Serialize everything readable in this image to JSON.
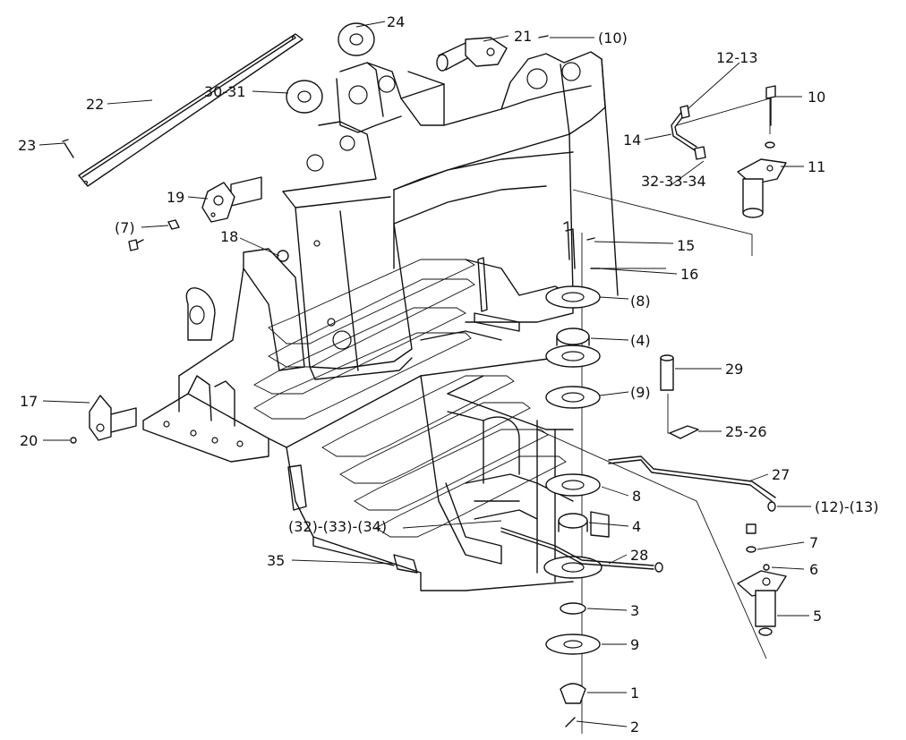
{
  "callouts": {
    "c24": "24",
    "c21": "21",
    "c10p": "(10)",
    "c22": "22",
    "c3031": "30-31",
    "c1213": "12-13",
    "c10": "10",
    "c23": "23",
    "c14": "14",
    "c11": "11",
    "c323334": "32-33-34",
    "c19": "19",
    "c7p": "(7)",
    "c18": "18",
    "c15": "15",
    "c16": "16",
    "c8p": "(8)",
    "c4p": "(4)",
    "c29": "29",
    "c9p": "(9)",
    "c17": "17",
    "c2526": "25-26",
    "c20": "20",
    "c27": "27",
    "c1213p": "(12)-(13)",
    "c8": "8",
    "c323334p": "(32)-(33)-(34)",
    "c4": "4",
    "c7": "7",
    "c28": "28",
    "c35": "35",
    "c6": "6",
    "c5": "5",
    "c3": "3",
    "c9": "9",
    "c1": "1",
    "c2": "2"
  }
}
